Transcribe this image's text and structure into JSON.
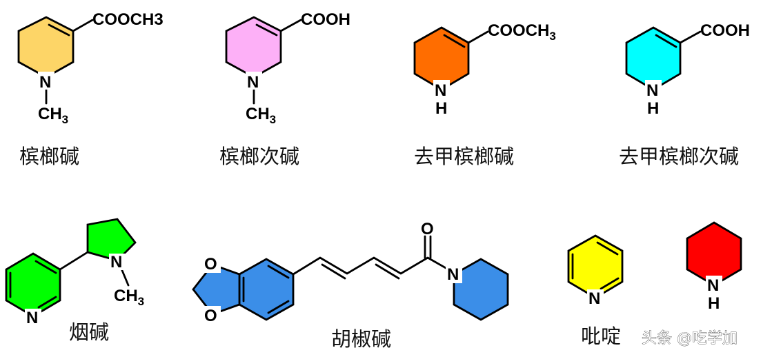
{
  "compounds": [
    {
      "key": "arecoline",
      "name": "槟榔碱",
      "color": "#fdd567",
      "labels": {
        "group": "COOCH3",
        "n": "N",
        "nsub": "CH3"
      }
    },
    {
      "key": "arecaidine",
      "name": "槟榔次碱",
      "color": "#fdb0f7",
      "labels": {
        "group": "COOH",
        "n": "N",
        "nsub": "CH3"
      }
    },
    {
      "key": "guvacoline",
      "name": "去甲槟榔碱",
      "color": "#ff6d00",
      "labels": {
        "group": "COOCH3",
        "n": "N",
        "nh": "H"
      }
    },
    {
      "key": "guvacine",
      "name": "去甲槟榔次碱",
      "color": "#00ffff",
      "labels": {
        "group": "COOH",
        "n": "N",
        "nh": "H"
      }
    },
    {
      "key": "nicotine",
      "name": "烟碱",
      "color": "#00ff00",
      "labels": {
        "n_pyr": "N",
        "n_pyrr": "N",
        "nsub": "CH3"
      }
    },
    {
      "key": "piperine",
      "name": "胡椒碱",
      "color": "#3b8ee8",
      "labels": {
        "o1": "O",
        "o2": "O",
        "o_keto": "O",
        "n": "N"
      }
    },
    {
      "key": "pyridine",
      "name": "吡啶",
      "color": "#ffff00",
      "labels": {
        "n": "N"
      }
    },
    {
      "key": "piperidine",
      "name": "",
      "color": "#ff0000",
      "labels": {
        "n": "N",
        "nh": "H"
      }
    }
  ],
  "watermark": "头条 @吃学加"
}
